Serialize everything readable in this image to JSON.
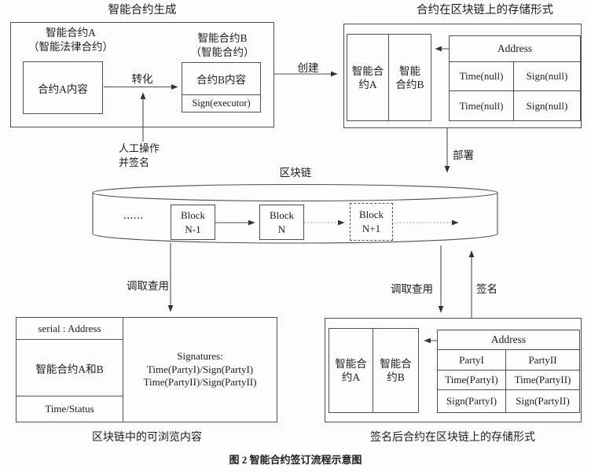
{
  "colors": {
    "line": "#4f4f4f",
    "dotted_line": "#8a8a8a",
    "text": "#1c1c1c",
    "background": "#fdfdfd"
  },
  "generation": {
    "title": "智能合约生成",
    "contract_a": {
      "heading1": "智能合约A",
      "heading2": "（智能法律合约）",
      "content": "合约A内容"
    },
    "transform_label": "转化",
    "contract_b": {
      "heading1": "智能合约B",
      "heading2": "（智能合约）",
      "content": "合约B内容",
      "sign": "Sign(executor)"
    },
    "manual_line1": "人工操作",
    "manual_line2": "并签名"
  },
  "create_label": "创建",
  "storage": {
    "title": "合约在区块链上的存储形式",
    "cell_a": "智能合\n约A",
    "cell_b": "智能\n合约B",
    "table": {
      "header": "Address",
      "rows": [
        [
          "Time(null)",
          "Sign(null)"
        ],
        [
          "Time(null)",
          "Sign(null)"
        ]
      ]
    }
  },
  "deploy_label": "部署",
  "blockchain": {
    "label": "区块链",
    "ellipsis": "......",
    "blocks": [
      {
        "line1": "Block",
        "line2": "N-1"
      },
      {
        "line1": "Block",
        "line2": "N"
      },
      {
        "line1": "Block",
        "line2": "N+1"
      }
    ]
  },
  "browse": {
    "fetch_label": "调取查用",
    "left_rows": [
      "serial : Address",
      "智能合约A和B",
      "Time/Status"
    ],
    "signatures": {
      "line1": "Signatures:",
      "line2": "Time(PartyI)/Sign(PartyI)",
      "line3": "Time(PartyII)/Sign(PartyII)"
    },
    "caption": "区块链中的可浏览内容"
  },
  "signed_storage": {
    "fetch_label": "调取查用",
    "sign_label": "签名",
    "cell_a": "智能合\n约A",
    "cell_b": "智能合\n约B",
    "table": {
      "header": "Address",
      "rows": [
        [
          "PartyI",
          "PartyII"
        ],
        [
          "Time(PartyI)",
          "Time(PartyII)"
        ],
        [
          "Sign(PartyI)",
          "Sign(PartyII)"
        ]
      ]
    },
    "caption": "签名后合约在区块链上的存储形式"
  },
  "figure_caption": "图 2 智能合约签订流程示意图"
}
